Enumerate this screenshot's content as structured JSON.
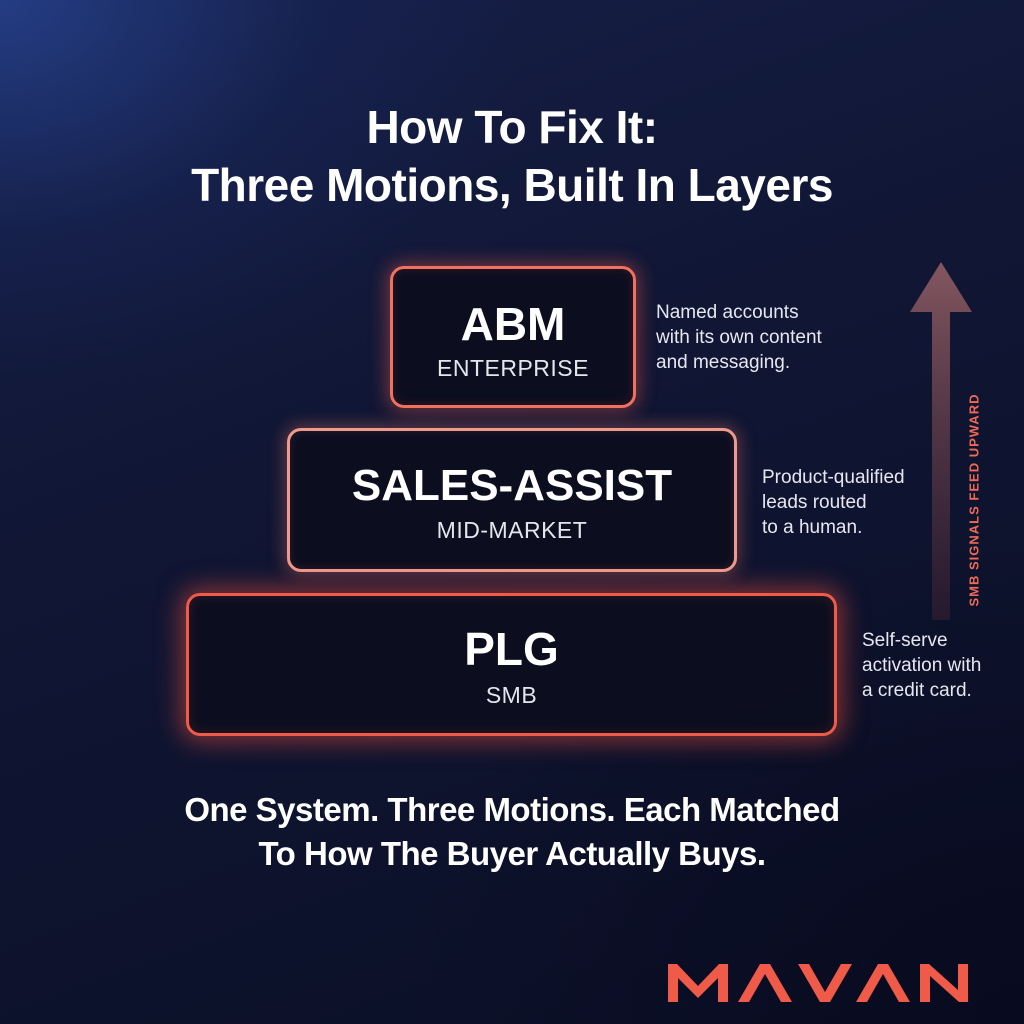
{
  "title": {
    "line1": "How To Fix It:",
    "line2": "Three Motions, Built In Layers"
  },
  "layers": [
    {
      "name": "ABM",
      "segment": "ENTERPRISE",
      "description": [
        "Named accounts",
        "with its own content",
        "and messaging."
      ]
    },
    {
      "name": "SALES-ASSIST",
      "segment": "MID-MARKET",
      "description": [
        "Product-qualified",
        "leads routed",
        "to a human."
      ]
    },
    {
      "name": "PLG",
      "segment": "SMB",
      "description": [
        "Self-serve",
        "activation with",
        "a credit card."
      ]
    }
  ],
  "arrow_label": "SMB SIGNALS FEED UPWARD",
  "footer": {
    "line1": "One System. Three Motions. Each Matched",
    "line2": "To How The Buyer Actually Buys."
  },
  "brand": {
    "logo_text": "MAVAN",
    "accent_color": "#f05a48"
  }
}
